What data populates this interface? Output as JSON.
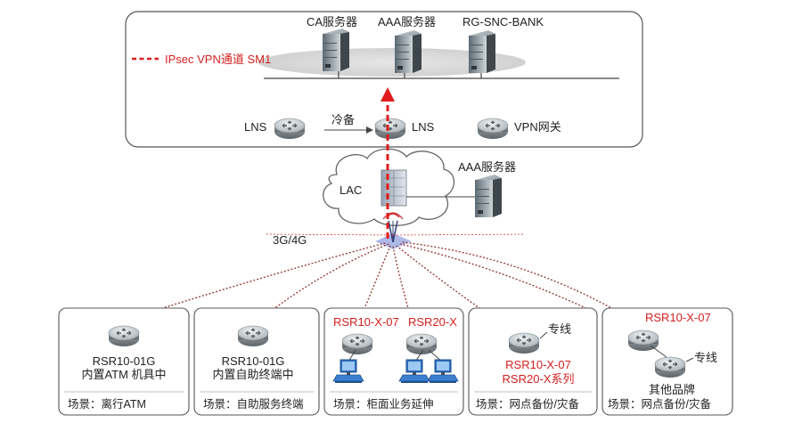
{
  "datacenter": {
    "ca_server": "CA服务器",
    "aaa_server": "AAA服务器",
    "rg_server": "RG-SNC-BANK",
    "lns_left": "LNS",
    "lns_right": "LNS",
    "vpn_gateway": "VPN网关",
    "cold_standby": "冷备"
  },
  "legend": {
    "ipsec": "IPsec VPN通道 SM1"
  },
  "carrier": {
    "lac": "LAC",
    "aaa_server": "AAA服务器",
    "network": "3G/4G"
  },
  "scenarios": [
    {
      "device_1": "RSR10-01G",
      "device_2": "内置ATM 机具中",
      "scene": "场景：离行ATM"
    },
    {
      "device_1": "RSR10-01G",
      "device_2": "内置自助终端中",
      "scene": "场景：自助服务终端"
    },
    {
      "router_a": "RSR10-X-07",
      "router_b": "RSR20-X",
      "scene": "场景：柜面业务延伸"
    },
    {
      "line": "专线",
      "model_1": "RSR10-X-07",
      "model_2": "RSR20-X系列",
      "scene": "场景：网点备份/灾备"
    },
    {
      "router": "RSR10-X-07",
      "line": "专线",
      "other": "其他品牌",
      "scene": "场景：网点备份/灾备"
    }
  ],
  "colors": {
    "ipsec_red": "#e01c1c",
    "link_red": "#d42020",
    "border": "#555555"
  }
}
